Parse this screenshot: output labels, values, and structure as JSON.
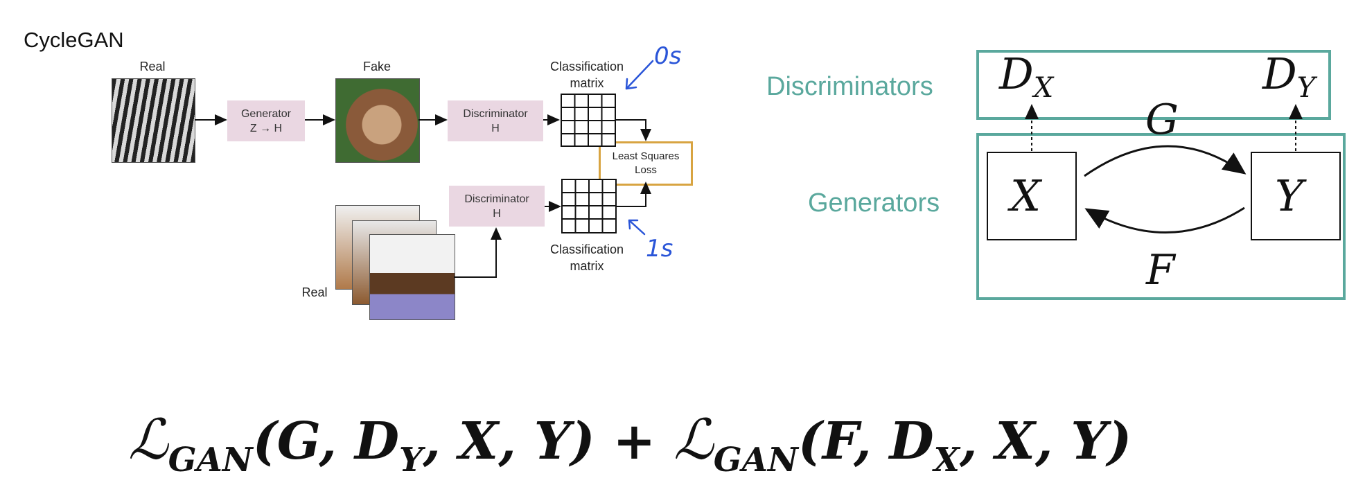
{
  "left_diagram": {
    "title": "CycleGAN",
    "real_top_label": "Real",
    "fake_label": "Fake",
    "real_bottom_label": "Real",
    "generator": {
      "line1": "Generator",
      "line2": "Z → H"
    },
    "discriminator_top": {
      "line1": "Discriminator",
      "line2": "H"
    },
    "discriminator_bottom": {
      "line1": "Discriminator",
      "line2": "H"
    },
    "matrix_top_label": {
      "line1": "Classification",
      "line2": "matrix"
    },
    "matrix_bottom_label": {
      "line1": "Classification",
      "line2": "matrix"
    },
    "loss": {
      "line1": "Least Squares",
      "line2": "Loss"
    },
    "annotation_top": "0s",
    "annotation_bottom": "1s"
  },
  "right_diagram": {
    "discriminators_label": "Discriminators",
    "generators_label": "Generators",
    "dx": {
      "base": "D",
      "sub": "X"
    },
    "dy": {
      "base": "D",
      "sub": "Y"
    },
    "x_node": "X",
    "y_node": "Y",
    "g_label": "G",
    "f_label": "F",
    "accent_color": "#5aa89d"
  },
  "formula": {
    "part1_cal": "ℒ",
    "part1_sub": "GAN",
    "part1_args_a": "(G, D",
    "part1_args_sub": "Y",
    "part1_args_b": ", X, Y)",
    "plus": " + ",
    "part2_cal": "ℒ",
    "part2_sub": "GAN",
    "part2_args_a": "(F, D",
    "part2_args_sub": "X",
    "part2_args_b": ", X, Y)"
  }
}
